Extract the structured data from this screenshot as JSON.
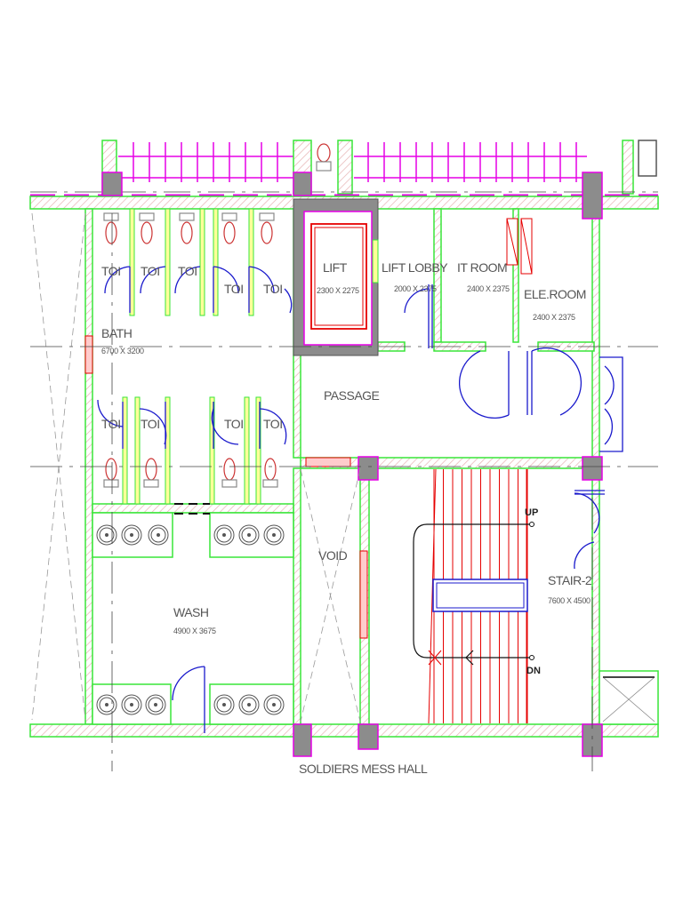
{
  "rooms": {
    "toi": "TOI",
    "bath": {
      "name": "BATH",
      "dim": "6700 X 3200"
    },
    "lift": {
      "name": "LIFT",
      "dim": "2300 X 2275"
    },
    "lift_lobby": {
      "name": "LIFT LOBBY",
      "dim": "2000 X 2375"
    },
    "it_room": {
      "name": "IT ROOM",
      "dim": "2400 X 2375"
    },
    "ele_room": {
      "name": "ELE.ROOM",
      "dim": "2400 X 2375"
    },
    "passage": {
      "name": "PASSAGE"
    },
    "void": {
      "name": "VOID"
    },
    "wash": {
      "name": "WASH",
      "dim": "4900 X 3675"
    },
    "stair": {
      "name": "STAIR-2",
      "dim": "7600 X 4500"
    },
    "mess_hall": {
      "name": "SOLDIERS MESS HALL"
    }
  },
  "stair_markers": {
    "up": "UP",
    "dn": "DN"
  },
  "colors": {
    "wall_outline": "#39e639",
    "hatch": "#e6b3b3",
    "column": "#8c8c8c",
    "magenta": "#e600e6",
    "door": "#1a1acc",
    "stair": "#e60000",
    "fixture": "#cc3333",
    "centerline": "#444444"
  }
}
